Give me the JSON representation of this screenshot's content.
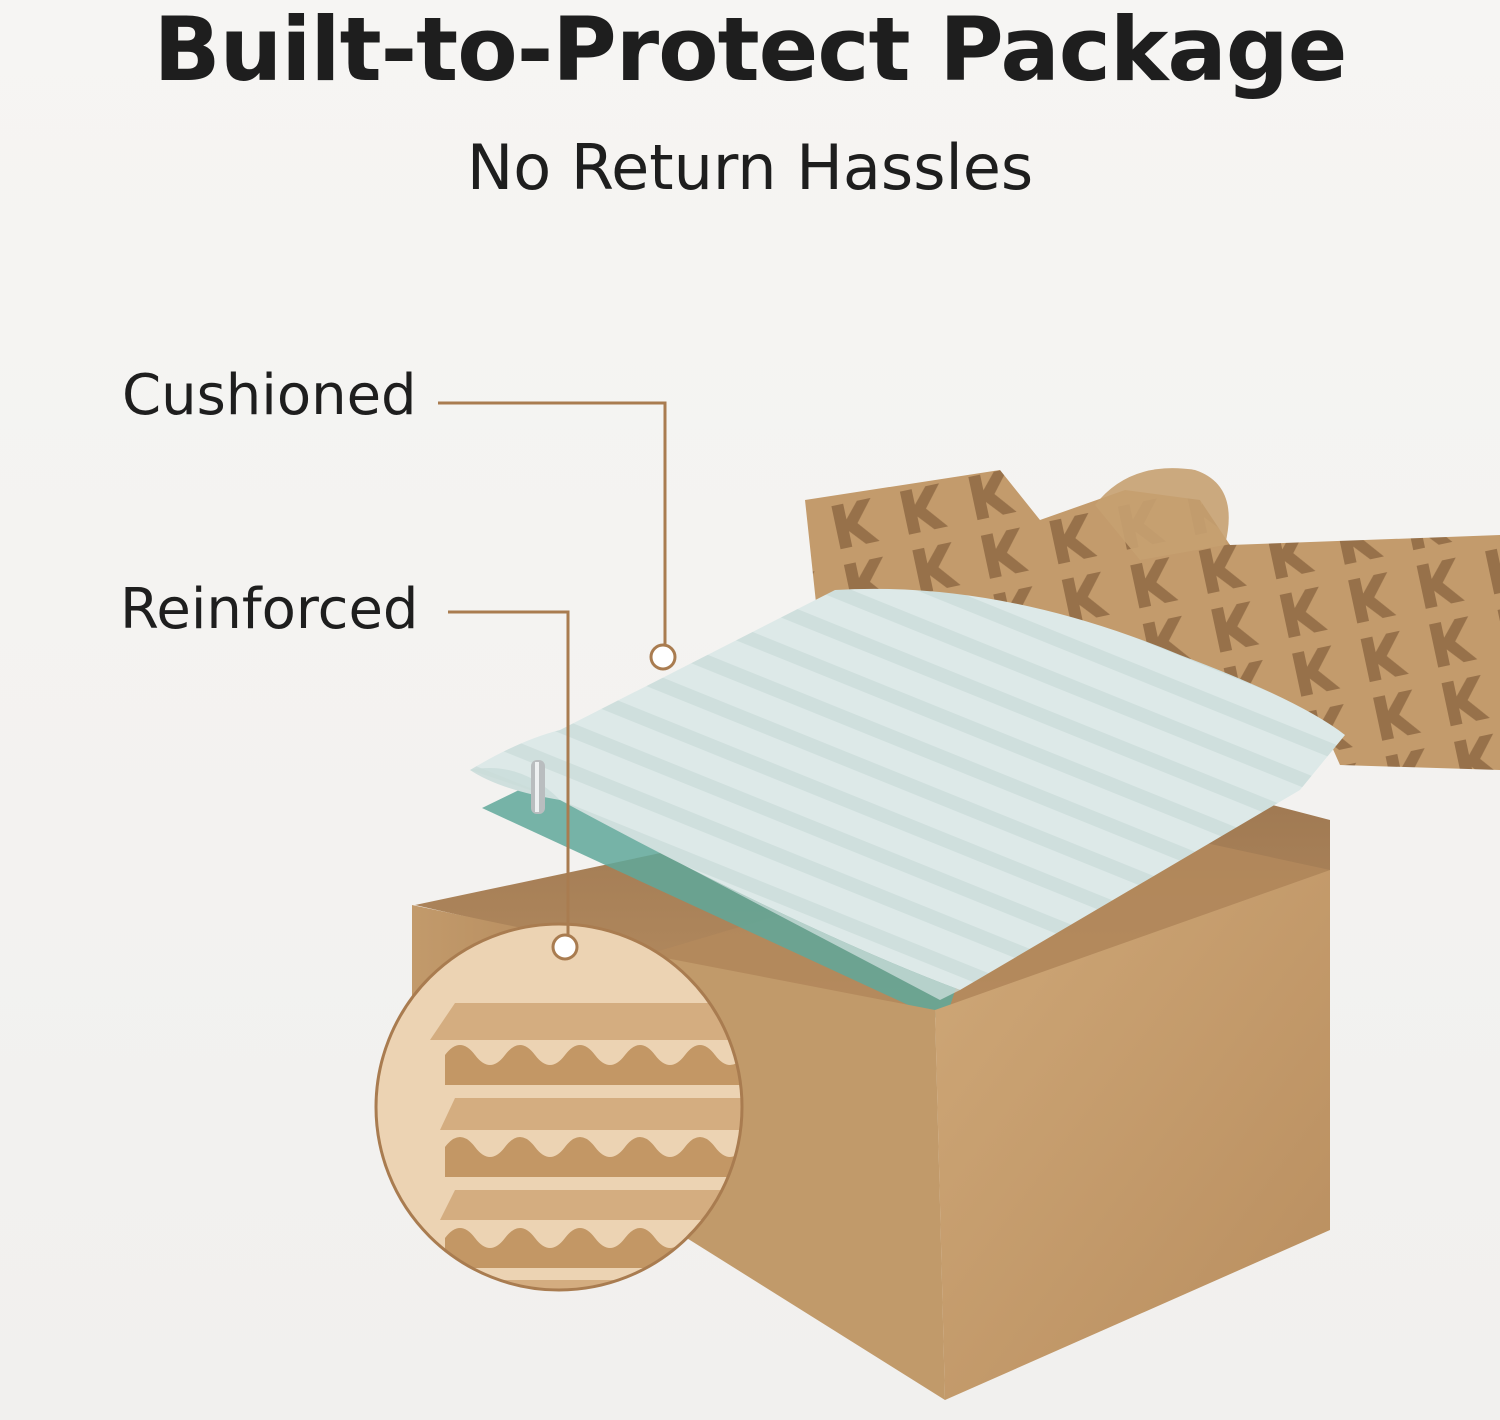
{
  "header": {
    "title": "Built-to-Protect Package",
    "subtitle": "No Return Hassles"
  },
  "callouts": {
    "cushioned": "Cushioned",
    "reinforced": "Reinforced"
  },
  "colors": {
    "leader_line": "#a97c50",
    "cardboard": "#c9a274",
    "foam": "#dbe9e7",
    "glass_edge": "#5fa89a",
    "text": "#1e1e1e"
  }
}
